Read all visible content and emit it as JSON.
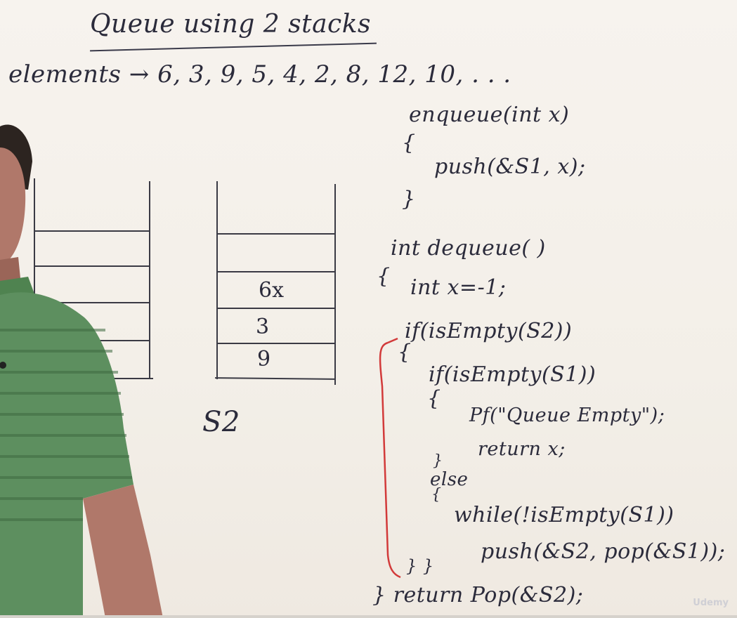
{
  "board": {
    "title": "Queue using 2 stacks",
    "elements_line": "elements → 6, 3, 9, 5, 4, 2, 8, 12, 10, . . .",
    "code_lines": [
      "enqueue(int x)",
      "{",
      "push(&S1, x);",
      "}",
      "int dequeue( )",
      "{",
      "int x=-1;",
      "if(isEmpty(S2))",
      "{",
      "if(isEmpty(S1))",
      "{",
      "Pf(\"Queue Empty\");",
      "return x;",
      "}",
      "else",
      "{",
      "while(!isEmpty(S1))",
      "push(&S2, pop(&S1));",
      "} }",
      "} return Pop(&S2);"
    ],
    "stack_s2": {
      "label": "S2",
      "cells": [
        "6x",
        "3",
        "9"
      ]
    },
    "watermark": "Udemy"
  },
  "colors": {
    "board": "#f6f2ec",
    "marker": "#2b2b3b",
    "red_marker": "#d23a3a",
    "shirt": "#5d8f5f"
  }
}
